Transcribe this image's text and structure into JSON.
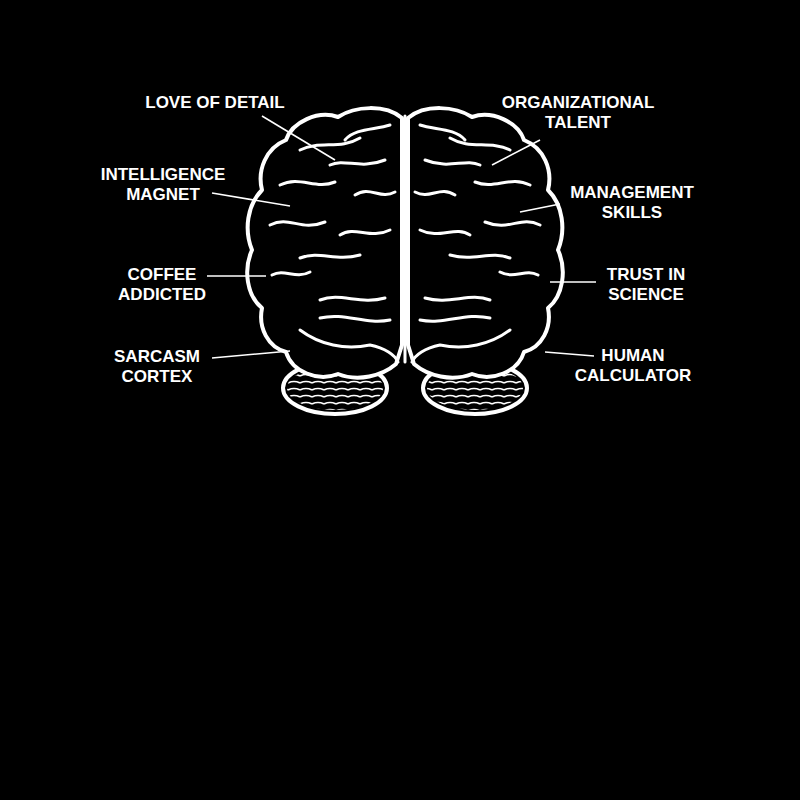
{
  "diagram": {
    "labels": [
      "LOVE OF DETAIL",
      "ORGANIZATIONAL TALENT",
      "INTELLIGENCE MAGNET",
      "MANAGEMENT SKILLS",
      "COFFEE ADDICTED",
      "TRUST IN SCIENCE",
      "SARCASM CORTEX",
      "HUMAN CALCULATOR"
    ]
  }
}
